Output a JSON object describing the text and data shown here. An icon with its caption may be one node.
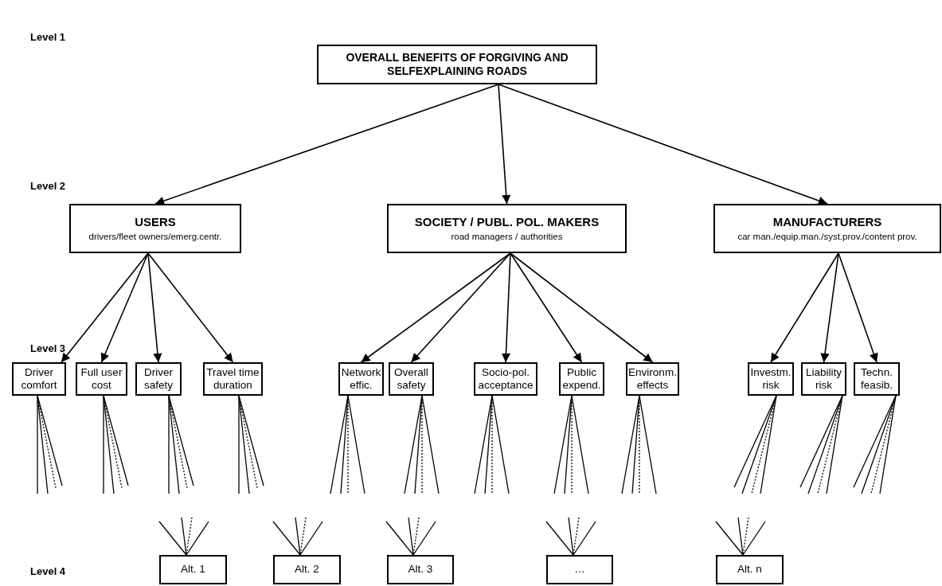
{
  "diagram": {
    "nodes": [
      {
        "text": [
          "OVERALL BENEFITS OF FORGIVING AND SELFEXPLAINING ROADS"
        ]
      },
      {
        "text": [
          "USERS",
          "drivers/fleet owners/emerg.centr."
        ]
      },
      {
        "text": [
          "SOCIETY / PUBL. POL. MAKERS",
          "road managers / authorities"
        ]
      },
      {
        "text": [
          "MANUFACTURERS",
          "car man./equip.man./syst.prov./content prov."
        ]
      },
      {
        "text": [
          "Driver comfort"
        ]
      },
      {
        "text": [
          "Full user cost"
        ]
      },
      {
        "text": [
          "Driver safety"
        ]
      },
      {
        "text": [
          "Travel time duration"
        ]
      },
      {
        "text": [
          "Network effic."
        ]
      },
      {
        "text": [
          "Overall safety"
        ]
      },
      {
        "text": [
          "Socio-pol. acceptance"
        ]
      },
      {
        "text": [
          "Public expend."
        ]
      },
      {
        "text": [
          "Environm. effects"
        ]
      },
      {
        "text": [
          "Investm. risk"
        ]
      },
      {
        "text": [
          "Liability risk"
        ]
      },
      {
        "text": [
          "Techn. feasib."
        ]
      },
      {
        "text": [
          "Alt. 1"
        ]
      },
      {
        "text": [
          "Alt. 2"
        ]
      },
      {
        "text": [
          "Alt. 3"
        ]
      },
      {
        "text": [
          "…"
        ]
      },
      {
        "text": [
          "Alt. n"
        ]
      }
    ],
    "edges": [
      {
        "from": 0,
        "to": 1,
        "arrow": "to"
      },
      {
        "from": 0,
        "to": 2,
        "arrow": "to"
      },
      {
        "from": 0,
        "to": 3,
        "arrow": "to"
      },
      {
        "from": 1,
        "to": 4,
        "arrow": "to"
      },
      {
        "from": 1,
        "to": 5,
        "arrow": "to"
      },
      {
        "from": 1,
        "to": 6,
        "arrow": "to"
      },
      {
        "from": 1,
        "to": 7,
        "arrow": "to"
      },
      {
        "from": 2,
        "to": 8,
        "arrow": "to"
      },
      {
        "from": 2,
        "to": 9,
        "arrow": "to"
      },
      {
        "from": 2,
        "to": 10,
        "arrow": "to"
      },
      {
        "from": 2,
        "to": 11,
        "arrow": "to"
      },
      {
        "from": 2,
        "to": 12,
        "arrow": "to"
      },
      {
        "from": 3,
        "to": 13,
        "arrow": "to"
      },
      {
        "from": 3,
        "to": 14,
        "arrow": "to"
      },
      {
        "from": 3,
        "to": 15,
        "arrow": "to"
      },
      {
        "from": 4,
        "to": null,
        "arrow": "none"
      },
      {
        "from": 4,
        "to": null,
        "arrow": "none"
      },
      {
        "from": 4,
        "to": null,
        "arrow": "none",
        "style": "dashed"
      },
      {
        "from": 4,
        "to": null,
        "arrow": "none"
      },
      {
        "from": 5,
        "to": null,
        "arrow": "none"
      },
      {
        "from": 5,
        "to": null,
        "arrow": "none"
      },
      {
        "from": 5,
        "to": null,
        "arrow": "none",
        "style": "dashed"
      },
      {
        "from": 5,
        "to": null,
        "arrow": "none"
      },
      {
        "from": 6,
        "to": null,
        "arrow": "none"
      },
      {
        "from": 6,
        "to": null,
        "arrow": "none"
      },
      {
        "from": 6,
        "to": null,
        "arrow": "none",
        "style": "dashed"
      },
      {
        "from": 6,
        "to": null,
        "arrow": "none"
      },
      {
        "from": 7,
        "to": null,
        "arrow": "none"
      },
      {
        "from": 7,
        "to": null,
        "arrow": "none"
      },
      {
        "from": 7,
        "to": null,
        "arrow": "none",
        "style": "dashed"
      },
      {
        "from": 7,
        "to": null,
        "arrow": "none"
      },
      {
        "from": 8,
        "to": null,
        "arrow": "none"
      },
      {
        "from": 8,
        "to": null,
        "arrow": "none"
      },
      {
        "from": 8,
        "to": null,
        "arrow": "none",
        "style": "dashed"
      },
      {
        "from": 8,
        "to": null,
        "arrow": "none"
      },
      {
        "from": 9,
        "to": null,
        "arrow": "none"
      },
      {
        "from": 9,
        "to": null,
        "arrow": "none"
      },
      {
        "from": 9,
        "to": null,
        "arrow": "none",
        "style": "dashed"
      },
      {
        "from": 9,
        "to": null,
        "arrow": "none"
      },
      {
        "from": 10,
        "to": null,
        "arrow": "none"
      },
      {
        "from": 10,
        "to": null,
        "arrow": "none"
      },
      {
        "from": 10,
        "to": null,
        "arrow": "none",
        "style": "dashed"
      },
      {
        "from": 10,
        "to": null,
        "arrow": "none"
      },
      {
        "from": 11,
        "to": null,
        "arrow": "none"
      },
      {
        "from": 11,
        "to": null,
        "arrow": "none"
      },
      {
        "from": 11,
        "to": null,
        "arrow": "none",
        "style": "dashed"
      },
      {
        "from": 11,
        "to": null,
        "arrow": "none"
      },
      {
        "from": 12,
        "to": null,
        "arrow": "none"
      },
      {
        "from": 12,
        "to": null,
        "arrow": "none"
      },
      {
        "from": 12,
        "to": null,
        "arrow": "none",
        "style": "dashed"
      },
      {
        "from": 12,
        "to": null,
        "arrow": "none"
      },
      {
        "from": 13,
        "to": null,
        "arrow": "none"
      },
      {
        "from": 13,
        "to": null,
        "arrow": "none"
      },
      {
        "from": 13,
        "to": null,
        "arrow": "none",
        "style": "dashed"
      },
      {
        "from": 13,
        "to": null,
        "arrow": "none"
      },
      {
        "from": 14,
        "to": null,
        "arrow": "none"
      },
      {
        "from": 14,
        "to": null,
        "arrow": "none"
      },
      {
        "from": 14,
        "to": null,
        "arrow": "none",
        "style": "dashed"
      },
      {
        "from": 14,
        "to": null,
        "arrow": "none"
      },
      {
        "from": 15,
        "to": null,
        "arrow": "none"
      },
      {
        "from": 15,
        "to": null,
        "arrow": "none"
      },
      {
        "from": 15,
        "to": null,
        "arrow": "none",
        "style": "dashed"
      },
      {
        "from": 15,
        "to": null,
        "arrow": "none"
      },
      {
        "from": null,
        "to": 16,
        "arrow": "none"
      },
      {
        "from": null,
        "to": 16,
        "arrow": "none"
      },
      {
        "from": null,
        "to": 16,
        "arrow": "none",
        "style": "dashed"
      },
      {
        "from": null,
        "to": 16,
        "arrow": "none"
      },
      {
        "from": null,
        "to": 17,
        "arrow": "none"
      },
      {
        "from": null,
        "to": 17,
        "arrow": "none"
      },
      {
        "from": null,
        "to": 17,
        "arrow": "none",
        "style": "dashed"
      },
      {
        "from": null,
        "to": 17,
        "arrow": "none"
      },
      {
        "from": null,
        "to": 18,
        "arrow": "none"
      },
      {
        "from": null,
        "to": 18,
        "arrow": "none"
      },
      {
        "from": null,
        "to": 18,
        "arrow": "none",
        "style": "dashed"
      },
      {
        "from": null,
        "to": 18,
        "arrow": "none"
      },
      {
        "from": null,
        "to": 19,
        "arrow": "none"
      },
      {
        "from": null,
        "to": 19,
        "arrow": "none"
      },
      {
        "from": null,
        "to": 19,
        "arrow": "none",
        "style": "dashed"
      },
      {
        "from": null,
        "to": 19,
        "arrow": "none"
      },
      {
        "from": null,
        "to": 20,
        "arrow": "none"
      },
      {
        "from": null,
        "to": 20,
        "arrow": "none"
      },
      {
        "from": null,
        "to": 20,
        "arrow": "none",
        "style": "dashed"
      },
      {
        "from": null,
        "to": 20,
        "arrow": "none"
      }
    ],
    "labels": [
      "Level 1",
      "Level 2",
      "Level 3",
      "Level 4"
    ]
  }
}
